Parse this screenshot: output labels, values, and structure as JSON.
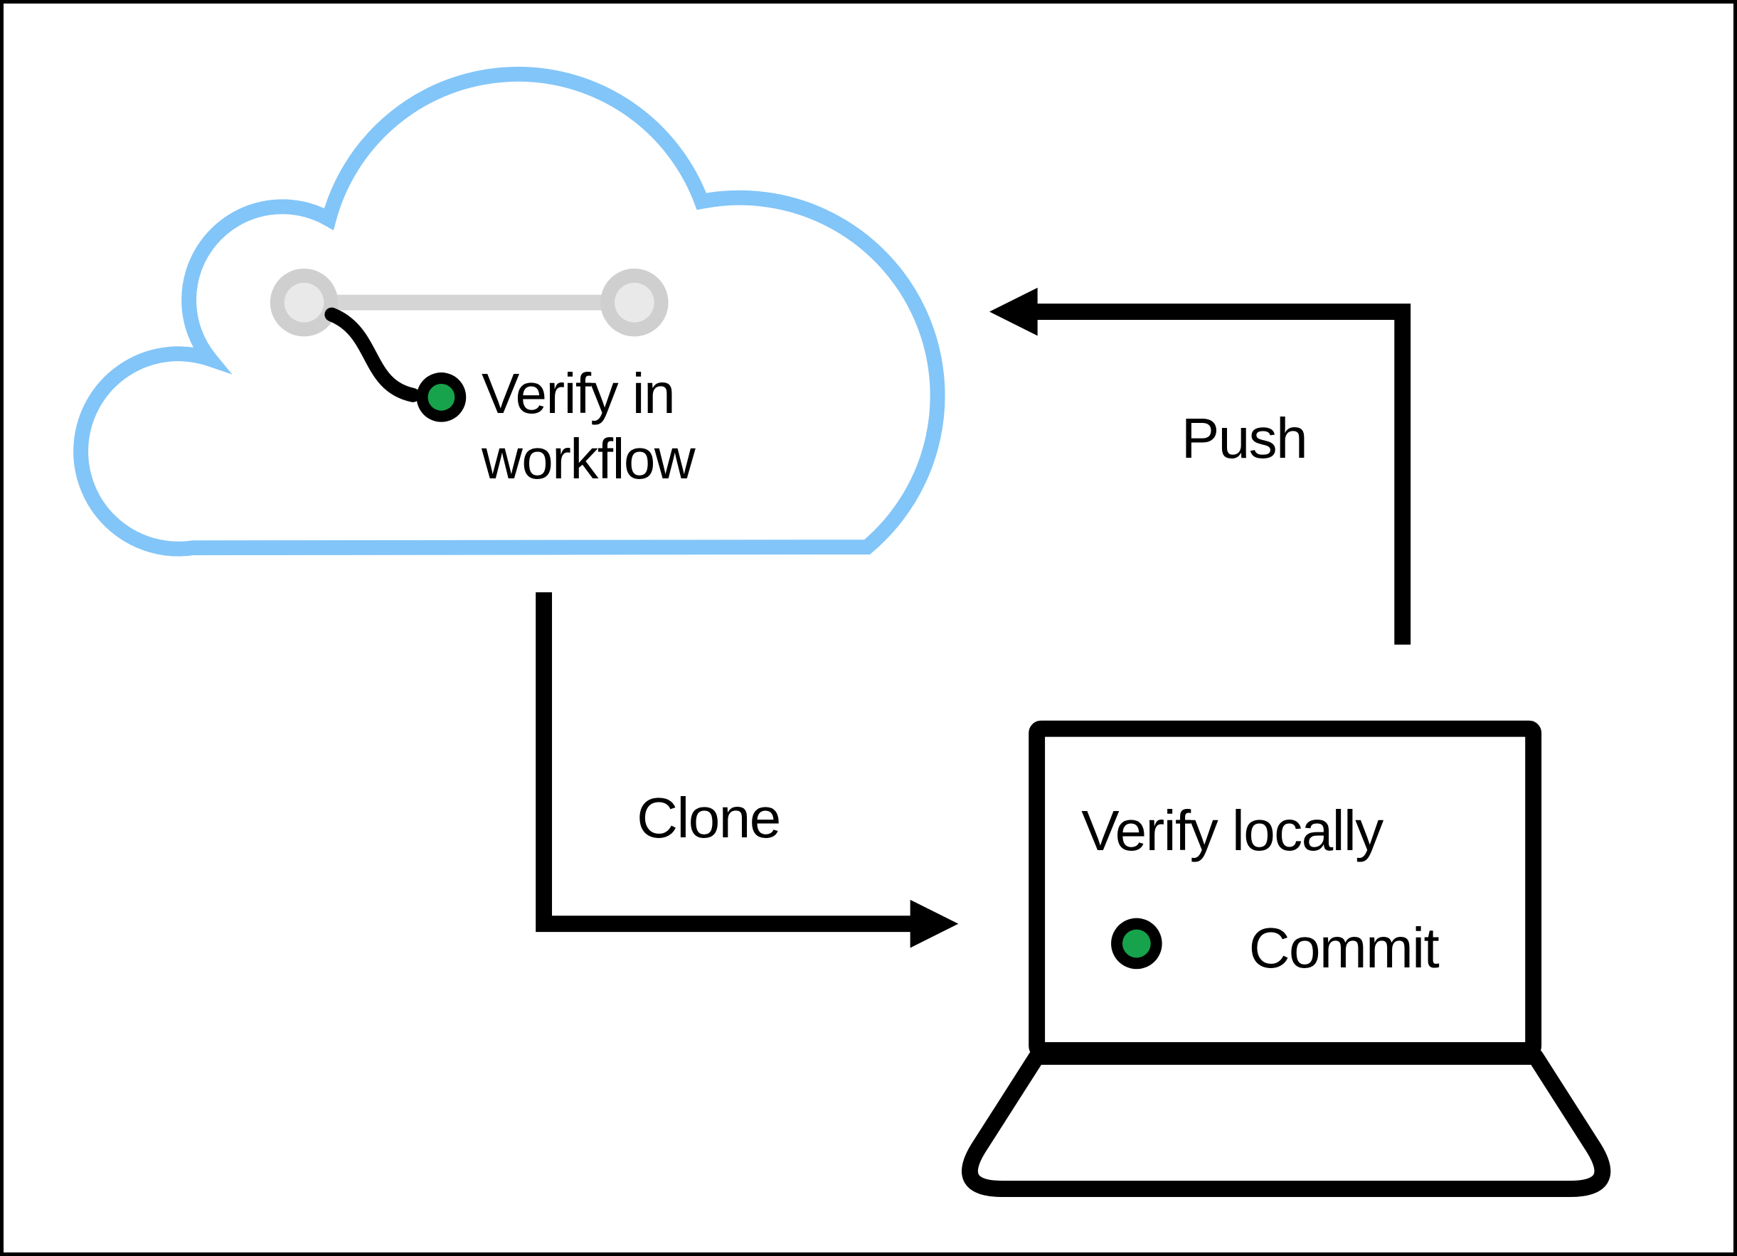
{
  "diagram": {
    "type": "git-verification-workflow",
    "colors": {
      "cloud_outline": "#82C5F8",
      "branch_node_gray": "#CFCFCF",
      "branch_node_inner_gray": "#E9E9E9",
      "branch_bar_gray": "#D5D5D5",
      "commit_green": "#17A34B",
      "line_black": "#000000",
      "background": "#FFFFFF"
    },
    "cloud": {
      "label_line1": "Verify in",
      "label_line2": "workflow",
      "icon": "git-branch-with-commit-dot"
    },
    "edges": [
      {
        "id": "push",
        "label": "Push",
        "from": "laptop",
        "to": "cloud"
      },
      {
        "id": "clone",
        "label": "Clone",
        "from": "cloud",
        "to": "laptop"
      }
    ],
    "laptop": {
      "label": "Verify locally",
      "commit_label": "Commit",
      "icon": "commit-dot"
    }
  }
}
